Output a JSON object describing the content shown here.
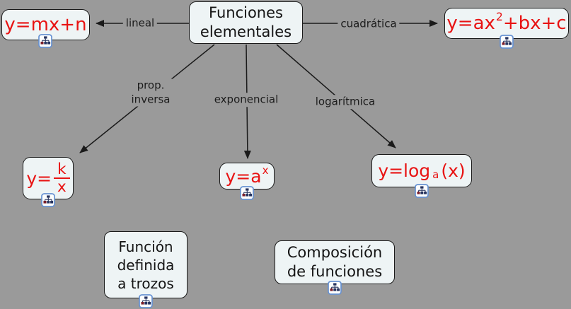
{
  "canvas": {
    "background_color": "#9a9a9a",
    "node_fill_color": "#eef4f5",
    "node_border_color": "#1a1a1a",
    "formula_text_color": "#e81313",
    "concept_text_color": "#141414"
  },
  "central_node": {
    "line1": "Funciones",
    "line2": "elementales"
  },
  "link_labels": {
    "lineal": "lineal",
    "cuadratica": "cuadrática",
    "prop_inversa_line1": "prop.",
    "prop_inversa_line2": "inversa",
    "exponencial": "exponencial",
    "logaritmica": "logarítmica"
  },
  "formula_nodes": {
    "linear": {
      "text": "y=mx+n"
    },
    "quadratic": {
      "pre": "y=ax",
      "sup": "2",
      "post": "+bx+c"
    },
    "inverse": {
      "pre": "y=",
      "numerator": "k",
      "denominator": "x"
    },
    "exponential": {
      "pre": "y=a",
      "sup": "x"
    },
    "logarithmic": {
      "pre": "y=log",
      "sub": "a",
      "post": "(x)"
    }
  },
  "concept_nodes": {
    "piecewise": {
      "line1": "Función",
      "line2": "definida",
      "line3": "a trozos"
    },
    "composition": {
      "line1": "Composición",
      "line2": "de funciones"
    }
  },
  "icons": {
    "resource": "cmap-resource-icon"
  }
}
